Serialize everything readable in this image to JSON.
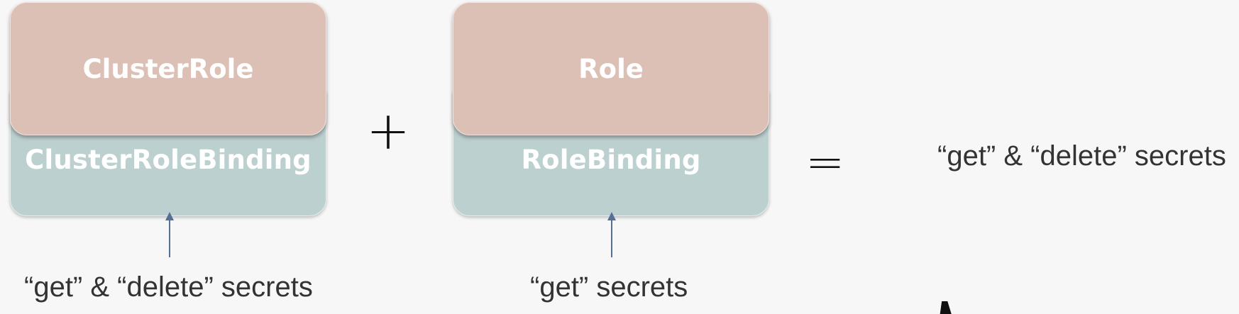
{
  "diagram": {
    "left_card": {
      "role_label": "ClusterRole",
      "binding_label": "ClusterRoleBinding",
      "caption": "“get” & “delete” secrets"
    },
    "right_card": {
      "role_label": "Role",
      "binding_label": "RoleBinding",
      "caption": "“get” secrets"
    },
    "plus_symbol": "+",
    "equals_symbol": "=",
    "result": "“get” & “delete” secrets"
  },
  "icons": {
    "arrow": "up-arrow-icon",
    "cursor": "mouse-cursor-icon"
  },
  "colors": {
    "role_fill": "#dcc0b5",
    "binding_fill": "#bdd0d0",
    "arrow": "#566f93",
    "background": "#f7f7f8"
  }
}
